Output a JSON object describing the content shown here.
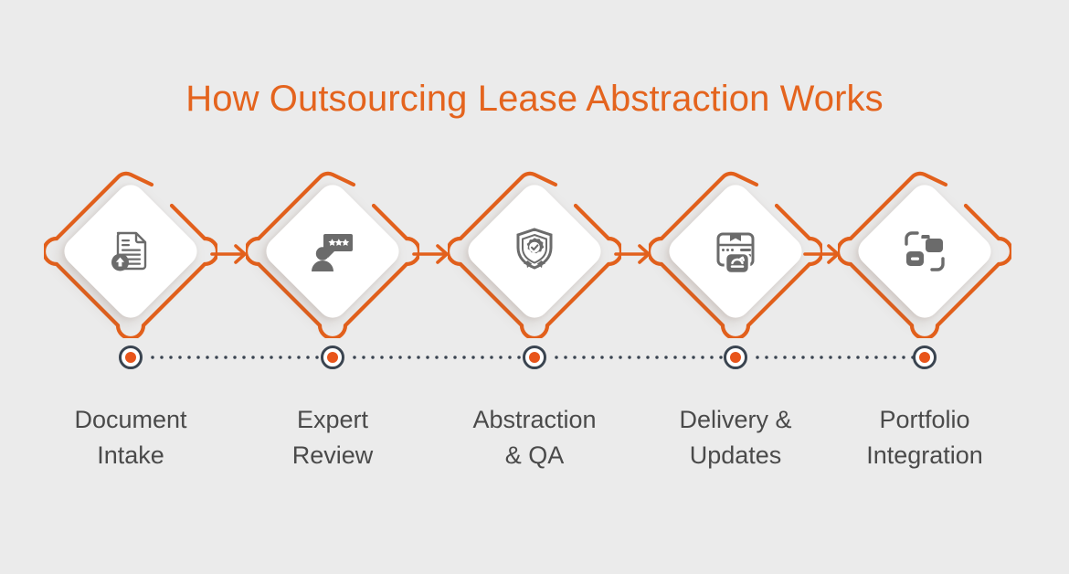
{
  "page": {
    "background_color": "#ebebeb",
    "title": "How Outsourcing Lease Abstraction Works",
    "title_color": "#e4641e"
  },
  "theme": {
    "accent_orange": "#e4641e",
    "dot_orange": "#e8551b",
    "dot_ring": "#3a4450",
    "icon_grey": "#6b6b6b",
    "label_grey": "#4a4a4a",
    "card_white": "#ffffff"
  },
  "steps": [
    {
      "index": 1,
      "icon": "document-upload-icon",
      "label_line1": "Document",
      "label_line2": "Intake"
    },
    {
      "index": 2,
      "icon": "person-review-stars-icon",
      "label_line1": "Expert",
      "label_line2": "Review"
    },
    {
      "index": 3,
      "icon": "shield-gear-check-badge-icon",
      "label_line1": "Abstraction",
      "label_line2": "& QA"
    },
    {
      "index": 4,
      "icon": "package-refresh-icon",
      "label_line1": "Delivery &",
      "label_line2": "Updates"
    },
    {
      "index": 5,
      "icon": "portfolio-briefcase-integration-icon",
      "label_line1": "Portfolio",
      "label_line2": "Integration"
    }
  ],
  "connectors": [
    {
      "from": 1,
      "to": 2,
      "icon": "arrow-right-icon"
    },
    {
      "from": 2,
      "to": 3,
      "icon": "arrow-right-icon"
    },
    {
      "from": 3,
      "to": 4,
      "icon": "arrow-right-icon"
    },
    {
      "from": 4,
      "to": 5,
      "icon": "arrow-right-icon"
    }
  ],
  "timeline": {
    "marker_count": 5,
    "line_style": "dotted"
  }
}
